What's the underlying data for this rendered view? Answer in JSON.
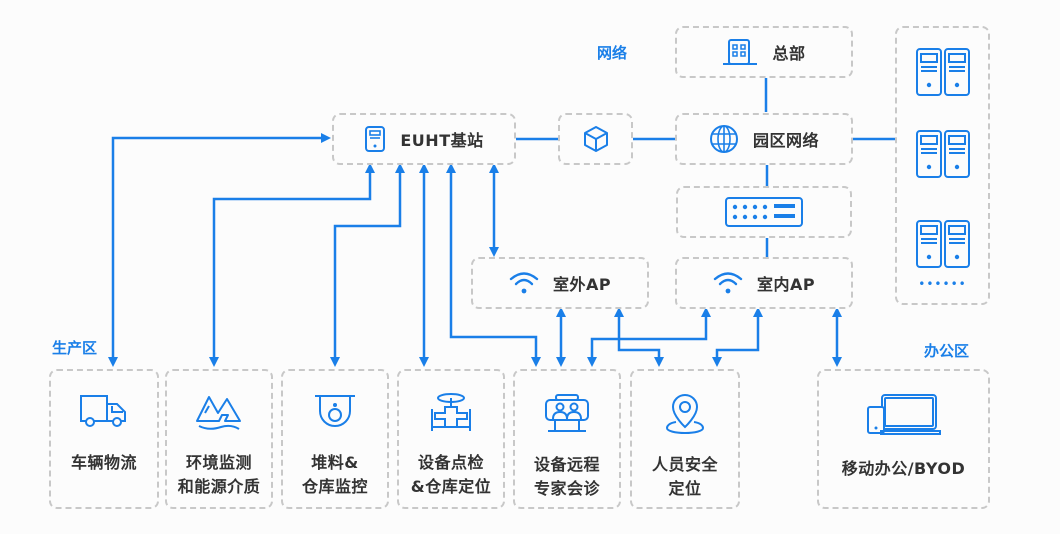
{
  "colors": {
    "accent": "#1a7fe8",
    "border": "#c8c8c8",
    "text": "#333333",
    "background": "#fcfcfc"
  },
  "zones": {
    "network": "网络",
    "production": "生产区",
    "office": "办公区"
  },
  "nodes": {
    "euht": {
      "label": "EUHT基站",
      "icon": "base-station-icon"
    },
    "gateway": {
      "icon": "cube-icon"
    },
    "hq": {
      "label": "总部",
      "icon": "building-icon"
    },
    "campus": {
      "label": "园区网络",
      "icon": "globe-icon"
    },
    "switch": {
      "icon": "switch-icon"
    },
    "outdoor_ap": {
      "label": "室外AP",
      "icon": "wifi-icon"
    },
    "indoor_ap": {
      "label": "室内AP",
      "icon": "wifi-icon"
    },
    "servers": {
      "icon": "server-icon",
      "more": "••••••"
    }
  },
  "apps": [
    {
      "line1": "车辆物流",
      "line2": "",
      "icon": "truck-icon"
    },
    {
      "line1": "环境监测",
      "line2": "和能源介质",
      "icon": "mountain-icon"
    },
    {
      "line1": "堆料&",
      "line2": "仓库监控",
      "icon": "camera-icon"
    },
    {
      "line1": "设备点检",
      "line2": "&仓库定位",
      "icon": "valve-icon"
    },
    {
      "line1": "设备远程",
      "line2": "专家会诊",
      "icon": "video-conference-icon"
    },
    {
      "line1": "人员安全",
      "line2": "定位",
      "icon": "location-pin-icon"
    }
  ],
  "office_app": {
    "label": "移动办公/BYOD",
    "icon": "devices-icon"
  }
}
